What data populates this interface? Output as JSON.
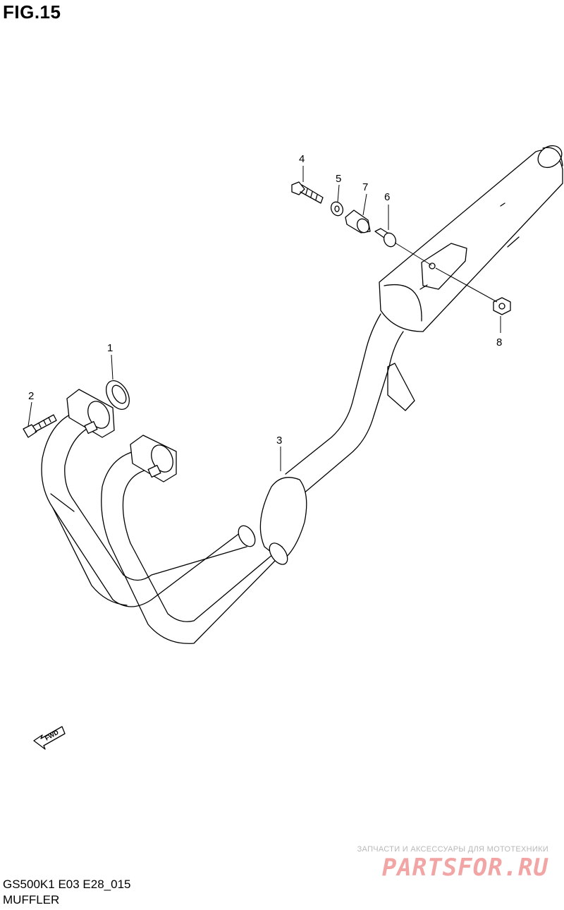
{
  "figure": {
    "title": "FIG.15"
  },
  "callouts": [
    {
      "id": "1",
      "label": "1"
    },
    {
      "id": "2",
      "label": "2"
    },
    {
      "id": "3",
      "label": "3"
    },
    {
      "id": "4",
      "label": "4"
    },
    {
      "id": "5",
      "label": "5"
    },
    {
      "id": "6",
      "label": "6"
    },
    {
      "id": "7",
      "label": "7"
    },
    {
      "id": "8",
      "label": "8"
    }
  ],
  "fwd_indicator": {
    "label": "FWD",
    "icon": "fwd-arrow-icon"
  },
  "watermark": {
    "tagline": "ЗАПЧАСТИ И АКСЕССУАРЫ ДЛЯ МОТОТЕХНИКИ",
    "logo": "PARTSFOR.RU",
    "color": "#f2a5a5"
  },
  "footer": {
    "model_code": "GS500K1 E03 E28_015",
    "section_name": "MUFFLER"
  }
}
